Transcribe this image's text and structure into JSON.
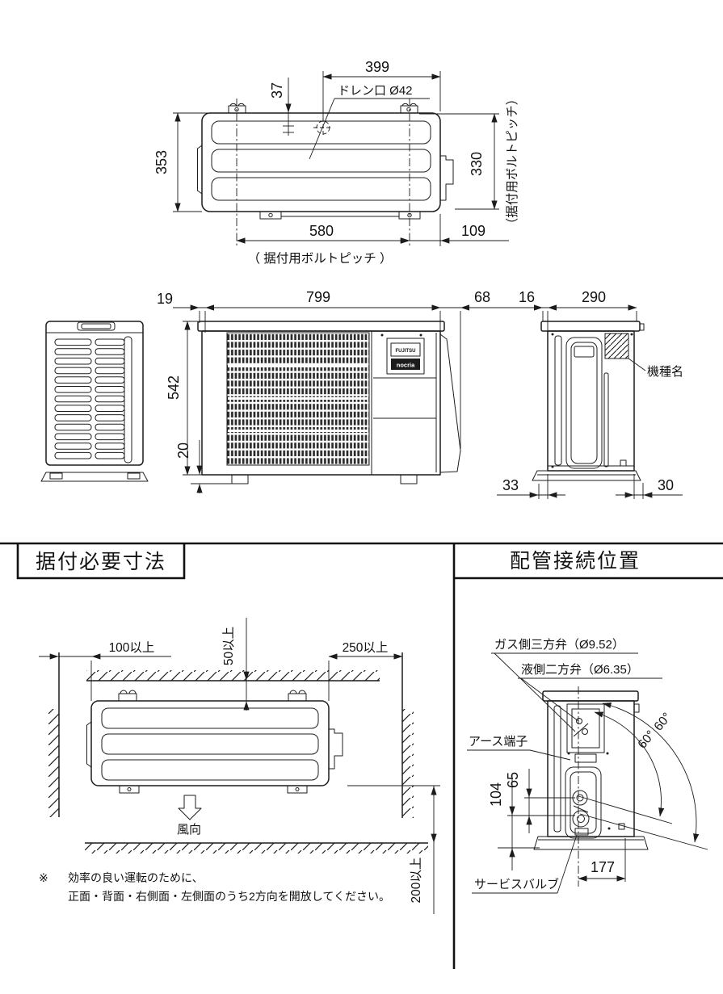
{
  "sections": {
    "install_title": "据付必要寸法",
    "piping_title": "配管接続位置"
  },
  "top_view": {
    "dim_399": "399",
    "dim_37": "37",
    "drain_label": "ドレン口 Ø42",
    "dim_353": "353",
    "dim_330": "330",
    "bolt_pitch_vertical": "（据付用ボルトピッチ）",
    "dim_580": "580",
    "dim_109": "109",
    "bolt_pitch_bottom": "（ 据付用ボルトピッチ ）"
  },
  "front_view": {
    "dim_19": "19",
    "dim_799": "799",
    "dim_542": "542",
    "dim_20": "20",
    "brand_top": "FUJITSU",
    "brand_bottom": "nocria"
  },
  "side_view": {
    "dim_68": "68",
    "dim_16": "16",
    "dim_290": "290",
    "dim_33": "33",
    "dim_30": "30",
    "model_label": "機種名"
  },
  "install_view": {
    "dim_left": "100以上",
    "dim_top": "50以上",
    "dim_right": "250以上",
    "dim_bottom": "200以上",
    "wind_label": "風向",
    "note_mark": "※",
    "note_line1": "効率の良い運転のために、",
    "note_line2": "正面・背面・右側面・左側面のうち2方向を開放してください。"
  },
  "piping_view": {
    "gas_label": "ガス側三方弁（Ø9.52）",
    "liquid_label": "液側二方弁（Ø6.35）",
    "earth_label": "アース端子",
    "service_label": "サービスバルブ",
    "dim_angle_outer": "60°",
    "dim_angle_inner": "60°",
    "dim_104": "104",
    "dim_65": "65",
    "dim_177": "177"
  }
}
